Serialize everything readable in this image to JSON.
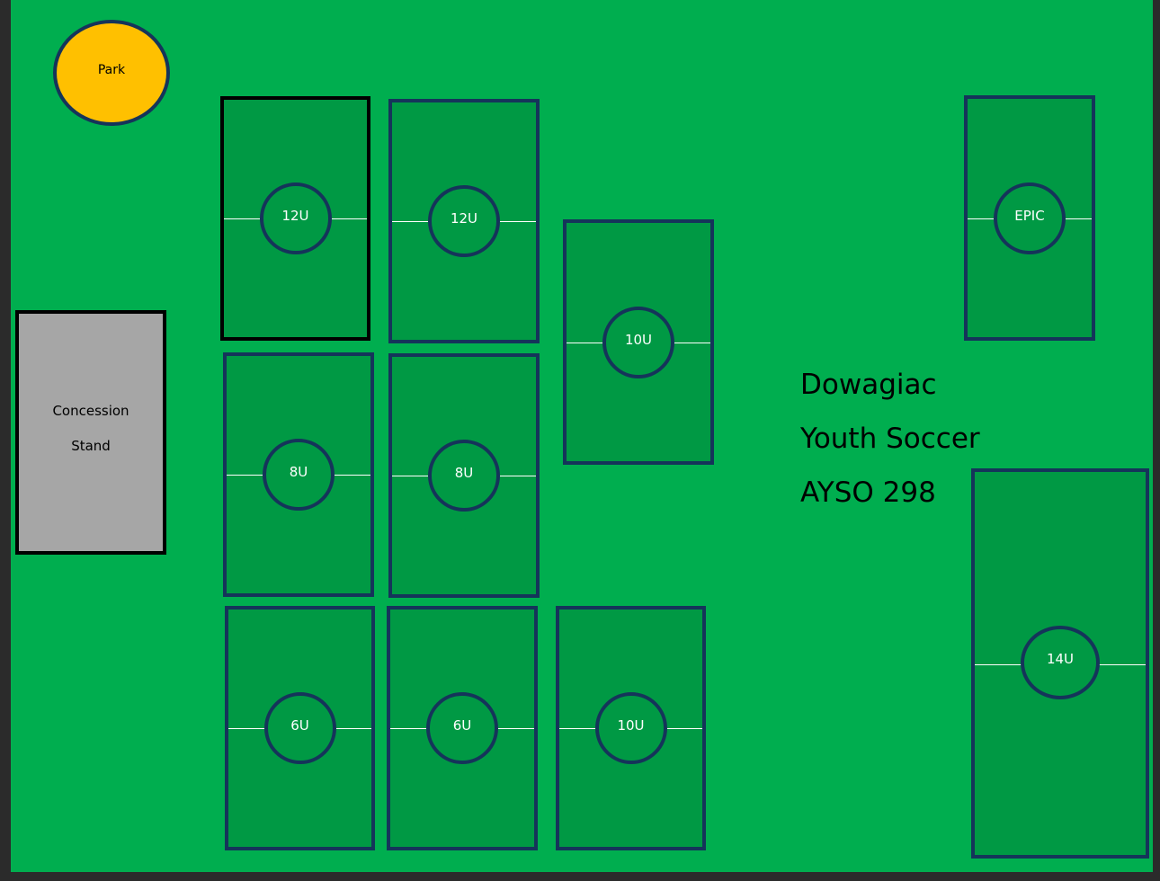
{
  "landmarks": {
    "park": "Park",
    "concession_line1": "Concession",
    "concession_line2": "Stand"
  },
  "title": {
    "line1": "Dowagiac",
    "line2": "Youth Soccer",
    "line3": "AYSO 298"
  },
  "fields": [
    {
      "label": "12U"
    },
    {
      "label": "12U"
    },
    {
      "label": "10U"
    },
    {
      "label": "8U"
    },
    {
      "label": "8U"
    },
    {
      "label": "6U"
    },
    {
      "label": "6U"
    },
    {
      "label": "10U"
    },
    {
      "label": "EPIC"
    },
    {
      "label": "14U"
    }
  ],
  "colors": {
    "grass": "#00ae4f",
    "field": "#009944",
    "field_border": "#15345a",
    "park": "#ffc000",
    "concession": "#a6a6a6"
  }
}
